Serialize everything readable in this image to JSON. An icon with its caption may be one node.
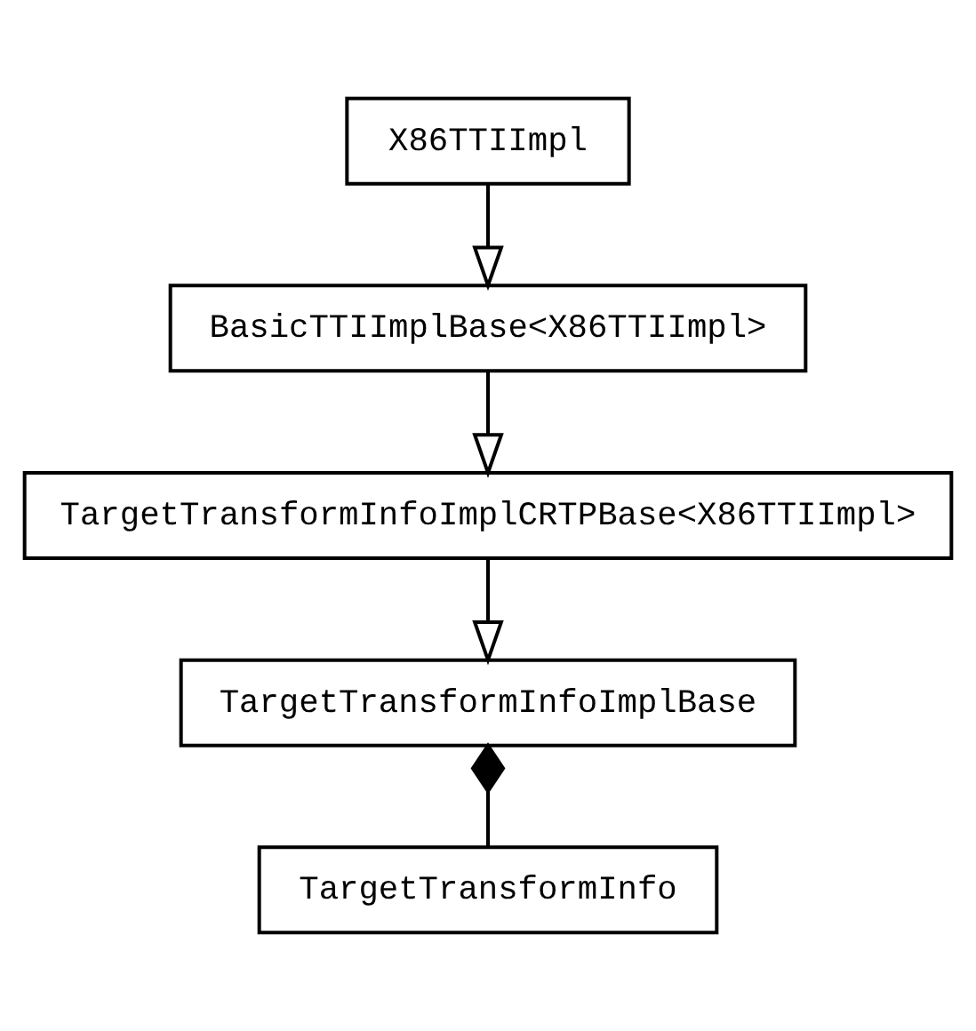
{
  "diagram": {
    "nodes": [
      {
        "text": [
          "X86TTIImpl"
        ]
      },
      {
        "text": [
          "BasicTTIImplBase<X86TTIImpl>"
        ]
      },
      {
        "text": [
          "TargetTransformInfoImplCRTPBase<X86TTIImpl>"
        ]
      },
      {
        "text": [
          "TargetTransformInfoImplBase"
        ]
      },
      {
        "text": [
          "TargetTransformInfo"
        ]
      }
    ],
    "edges": [
      {
        "from": 0,
        "to": 1,
        "arrow": "to"
      },
      {
        "from": 1,
        "to": 2,
        "arrow": "to"
      },
      {
        "from": 2,
        "to": 3,
        "arrow": "to"
      },
      {
        "from": 3,
        "to": 4,
        "arrow": "other"
      }
    ]
  }
}
